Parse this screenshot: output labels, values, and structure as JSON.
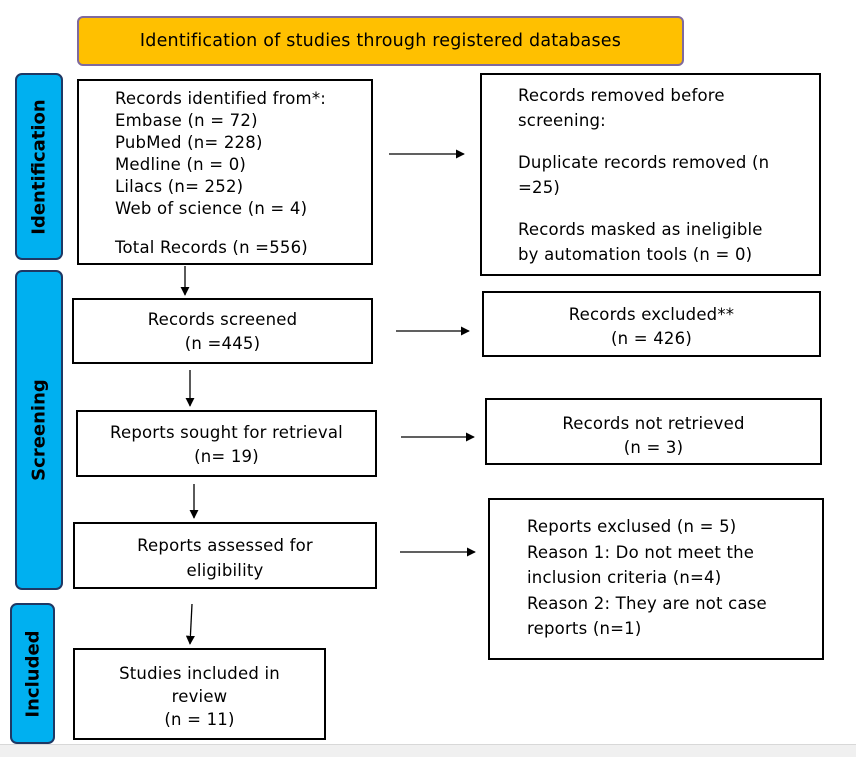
{
  "title": "Identification of studies through registered databases",
  "stages": {
    "identification": "Identification",
    "screening": "Screening",
    "included": "Included"
  },
  "records_identified": {
    "heading": "Records identified from*:",
    "sources": [
      "Embase (n = 72)",
      "PubMed (n= 228)",
      "Medline (n = 0)",
      "Lilacs (n= 252)",
      "Web of science (n = 4)"
    ],
    "total": "Total Records (n =556)"
  },
  "records_removed": {
    "line1": "Records removed before",
    "line2": "screening:",
    "dup1": "Duplicate records removed (n",
    "dup2": "=25)",
    "mask1": "Records masked as ineligible",
    "mask2": "by automation tools (n = 0)"
  },
  "records_screened": {
    "line1": "Records screened",
    "line2": "(n =445)"
  },
  "records_excluded": {
    "line1": "Records excluded**",
    "line2": "(n = 426)"
  },
  "reports_sought": {
    "line1": "Reports sought for retrieval",
    "line2": "(n= 19)"
  },
  "not_retrieved": {
    "line1": "Records not retrieved",
    "line2": "(n = 3)"
  },
  "reports_assessed": {
    "line1": "Reports assessed for",
    "line2": "eligibility"
  },
  "reports_excluded": {
    "lines": [
      "Reports exclused  (n = 5)",
      "Reason 1: Do not meet the",
      "inclusion criteria (n=4)",
      "Reason 2: They are not case",
      "reports (n=1)"
    ]
  },
  "studies_included": {
    "line1": "Studies included in",
    "line2": "review",
    "line3": "(n = 11)"
  }
}
